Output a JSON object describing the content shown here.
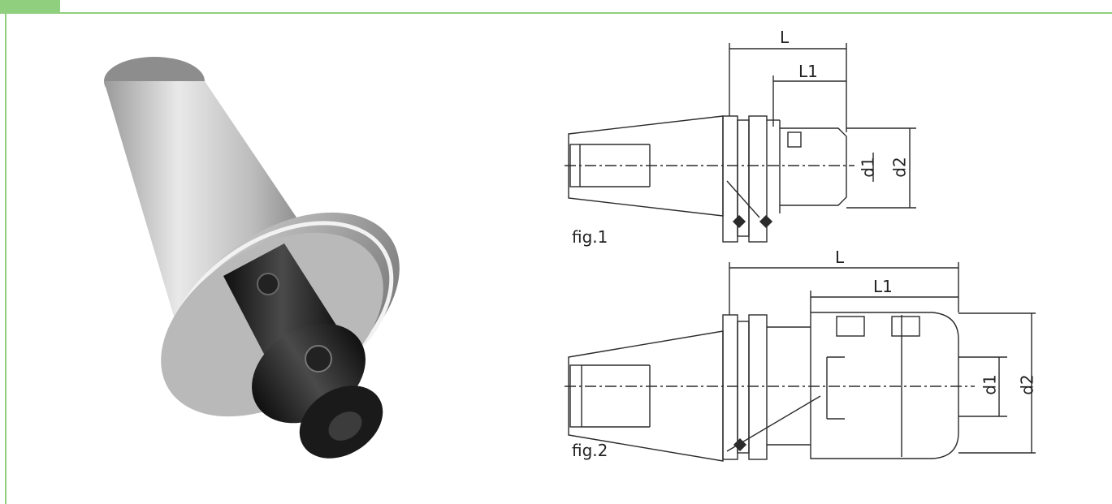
{
  "figures": [
    {
      "label": "fig.1",
      "dimensions": {
        "L": "L",
        "L1": "L1",
        "d1": "d1",
        "d2": "d2"
      }
    },
    {
      "label": "fig.2",
      "dimensions": {
        "L": "L",
        "L1": "L1",
        "d1": "d1",
        "d2": "d2"
      }
    }
  ],
  "colors": {
    "accent": "#8fcf7d",
    "line": "#2b2b2b",
    "steel": "#b8b8b8",
    "dark_steel": "#1e1e1e"
  },
  "photo": {
    "subject_icon": "tool-holder-icon"
  }
}
